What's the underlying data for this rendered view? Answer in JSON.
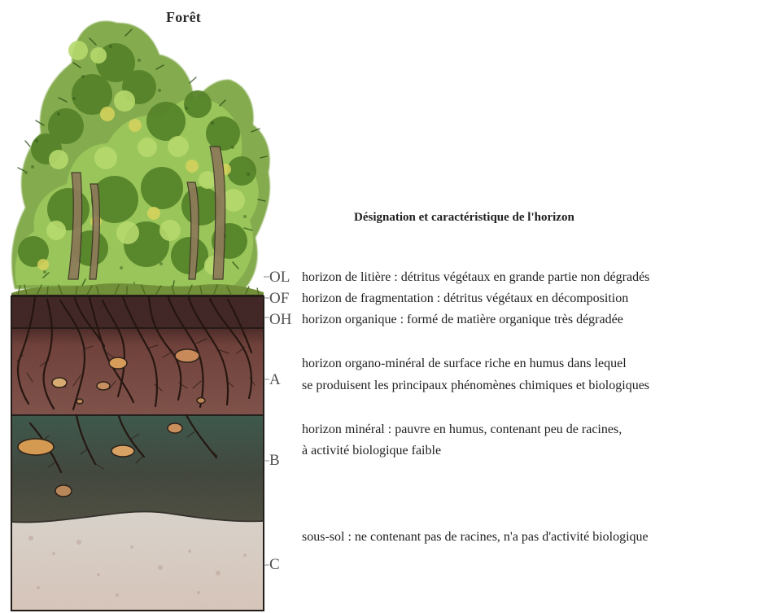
{
  "page": {
    "title": "Forêt",
    "heading": "Désignation et caractéristique de l'horizon"
  },
  "horizons": [
    {
      "code": "OL",
      "description_lines": [
        "horizon de litière : détritus végétaux en grande partie non dégradés"
      ]
    },
    {
      "code": "OF",
      "description_lines": [
        "horizon de fragmentation : détritus végétaux en décomposition"
      ]
    },
    {
      "code": "OH",
      "description_lines": [
        "horizon organique : formé de matière organique très dégradée"
      ]
    },
    {
      "code": "A",
      "description_lines": [
        "horizon organo-minéral  de surface riche en humus dans lequel",
        "se produisent les principaux phénomènes chimiques et biologiques"
      ]
    },
    {
      "code": "B",
      "description_lines": [
        "horizon minéral : pauvre en humus, contenant peu de racines,",
        "à activité biologique faible"
      ]
    },
    {
      "code": "C",
      "description_lines": [
        "sous-sol : ne contenant pas de racines, n'a pas d'activité biologique"
      ]
    }
  ],
  "colors": {
    "foliage_light": "#98c54f",
    "foliage_dark": "#4f7e25",
    "foliage_yellow": "#d7d35d",
    "trunk": "#7a6950",
    "soil_organic": "#4a2825",
    "soil_a": "#7b4d45",
    "soil_b": "#334238",
    "soil_c": "#d7c9bf",
    "stone": "#d19a57",
    "outline": "#1e1713"
  }
}
